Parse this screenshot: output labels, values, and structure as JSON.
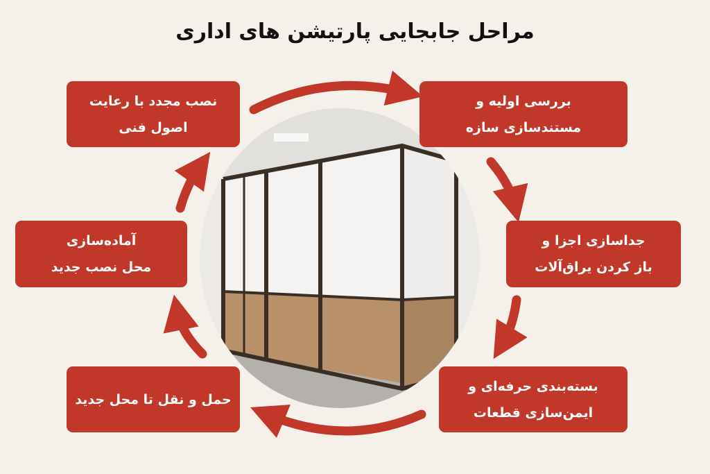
{
  "title": "مراحل جابجایی پارتیشن های اداری",
  "colors": {
    "background": "#f6f0ea",
    "accent": "#c1372a",
    "text_on_accent": "#ffffff"
  },
  "steps": [
    {
      "line1": "بررسی اولیه و",
      "line2": "مستندسازی سازه"
    },
    {
      "line1": "جداسازی اجزا و",
      "line2": "باز کردن یراق‌آلات"
    },
    {
      "line1": "بسته‌بندی حرفه‌ای و",
      "line2": "ایمن‌سازی قطعات"
    },
    {
      "line1": "حمل و نقل تا محل جدید",
      "line2": ""
    },
    {
      "line1": "آماده‌سازی",
      "line2": "محل نصب جدید"
    },
    {
      "line1": "نصب مجدد با رعایت",
      "line2": "اصول فنی"
    }
  ]
}
